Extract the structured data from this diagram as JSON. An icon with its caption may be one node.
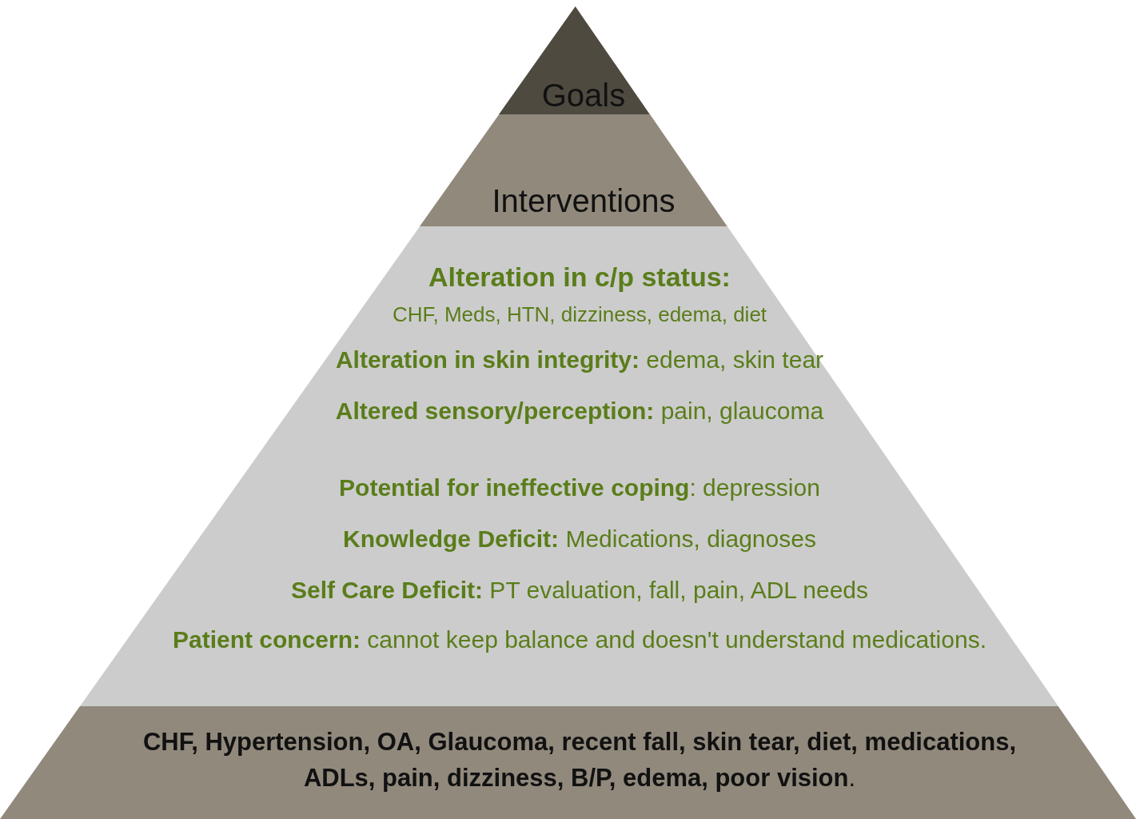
{
  "diagram": {
    "nodes": [
      {
        "text": [
          "Goals"
        ]
      },
      {
        "text": [
          "Interventions"
        ]
      },
      {
        "text": [
          "Alteration in c/p status:",
          "CHF, Meds, HTN, dizziness, edema, diet",
          "**Alteration in skin integrity:** edema, skin tear",
          "**Altered sensory/perception:** pain, glaucoma",
          "**Potential for ineffective coping**:  depression",
          "**Knowledge Deficit:** Medications, diagnoses",
          "**Self Care Deficit:** PT evaluation, fall, pain, ADL needs",
          "**Patient concern:** cannot keep balance and doesn't understand medications."
        ]
      },
      {
        "text": [
          "**CHF, Hypertension, OA, Glaucoma, recent fall, skin tear, diet, medications, ADLs, pain, dizziness, B/P, edema, poor vision**."
        ]
      }
    ]
  }
}
